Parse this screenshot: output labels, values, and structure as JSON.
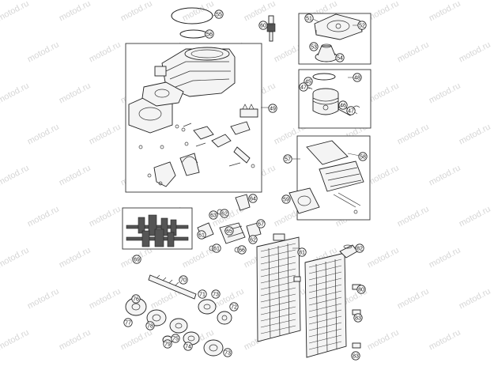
{
  "watermark": {
    "text": "motod.ru"
  },
  "callouts": [
    {
      "id": "c55",
      "label": "55"
    },
    {
      "id": "c56",
      "label": "56"
    },
    {
      "id": "c60",
      "label": "60"
    },
    {
      "id": "c51",
      "label": "51"
    },
    {
      "id": "c52",
      "label": "52"
    },
    {
      "id": "c53",
      "label": "53"
    },
    {
      "id": "c54",
      "label": "54"
    },
    {
      "id": "c49",
      "label": "49"
    },
    {
      "id": "c45",
      "label": "45"
    },
    {
      "id": "c48",
      "label": "48"
    },
    {
      "id": "c47",
      "label": "47"
    },
    {
      "id": "c46",
      "label": "46"
    },
    {
      "id": "c47b",
      "label": "47"
    },
    {
      "id": "c57",
      "label": "57"
    },
    {
      "id": "c58",
      "label": "58"
    },
    {
      "id": "c59",
      "label": "59"
    },
    {
      "id": "c63",
      "label": "63"
    },
    {
      "id": "c62",
      "label": "62"
    },
    {
      "id": "c64",
      "label": "64"
    },
    {
      "id": "c65",
      "label": "65"
    },
    {
      "id": "c66",
      "label": "66"
    },
    {
      "id": "c67",
      "label": "67"
    },
    {
      "id": "c61",
      "label": "61"
    },
    {
      "id": "c61b",
      "label": "61"
    },
    {
      "id": "c62b",
      "label": "62"
    },
    {
      "id": "c69",
      "label": "69"
    },
    {
      "id": "c70",
      "label": "70"
    },
    {
      "id": "c71",
      "label": "71"
    },
    {
      "id": "c73",
      "label": "73"
    },
    {
      "id": "c72",
      "label": "72"
    },
    {
      "id": "c76",
      "label": "76"
    },
    {
      "id": "c77",
      "label": "77"
    },
    {
      "id": "c78",
      "label": "78"
    },
    {
      "id": "c79",
      "label": "79"
    },
    {
      "id": "c75",
      "label": "75"
    },
    {
      "id": "c74",
      "label": "74"
    },
    {
      "id": "c73b",
      "label": "73"
    },
    {
      "id": "c81",
      "label": "81"
    },
    {
      "id": "c82",
      "label": "82"
    },
    {
      "id": "c80",
      "label": "80"
    },
    {
      "id": "c83",
      "label": "83"
    },
    {
      "id": "c83b",
      "label": "83"
    }
  ]
}
